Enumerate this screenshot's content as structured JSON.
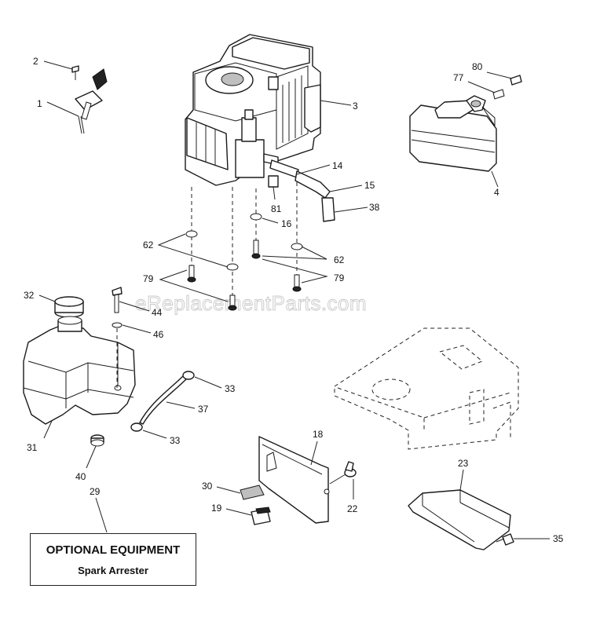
{
  "watermark": "eReplacementParts.com",
  "optional_box": {
    "title": "OPTIONAL EQUIPMENT",
    "subtitle": "Spark Arrester"
  },
  "callouts": {
    "c1": "1",
    "c2": "2",
    "c3": "3",
    "c4": "4",
    "c14": "14",
    "c15": "15",
    "c16": "16",
    "c18": "18",
    "c19": "19",
    "c22": "22",
    "c23": "23",
    "c29": "29",
    "c30": "30",
    "c31": "31",
    "c32": "32",
    "c33a": "33",
    "c33b": "33",
    "c35": "35",
    "c37": "37",
    "c38": "38",
    "c40": "40",
    "c44": "44",
    "c46": "46",
    "c62a": "62",
    "c62b": "62",
    "c77": "77",
    "c79a": "79",
    "c79b": "79",
    "c80": "80",
    "c81": "81"
  }
}
